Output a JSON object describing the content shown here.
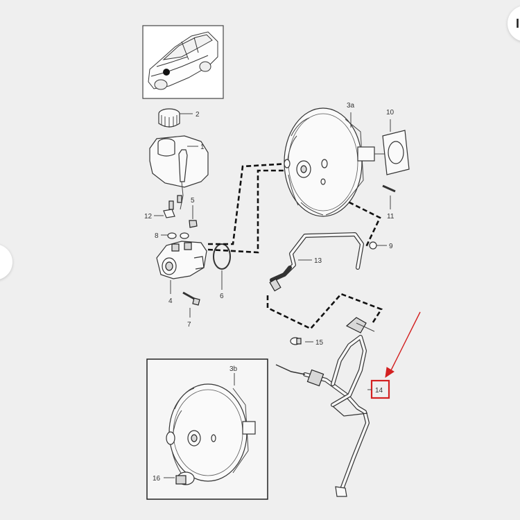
{
  "diagram": {
    "labels": {
      "p1": "1",
      "p2": "2",
      "p3a": "3a",
      "p3b": "3b",
      "p4": "4",
      "p5": "5",
      "p6": "6",
      "p7": "7",
      "p8": "8",
      "p9": "9",
      "p10": "10",
      "p11": "11",
      "p12": "12",
      "p13": "13",
      "p14": "14",
      "p15": "15",
      "p16": "16"
    },
    "highlighted_part": "14",
    "colors": {
      "highlight": "#d32020",
      "background": "#efefef",
      "line": "#333333"
    }
  },
  "navigation": {
    "next_icon": "chevron-right-icon",
    "prev_icon": "chevron-left-icon",
    "next_glyph": "I"
  }
}
